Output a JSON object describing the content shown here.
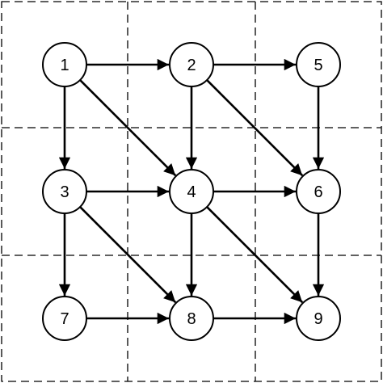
{
  "diagram": {
    "grid": {
      "rows": 3,
      "cols": 3
    },
    "nodes": [
      {
        "id": "1",
        "label": "1",
        "row": 0,
        "col": 0
      },
      {
        "id": "2",
        "label": "2",
        "row": 0,
        "col": 1
      },
      {
        "id": "5",
        "label": "5",
        "row": 0,
        "col": 2
      },
      {
        "id": "3",
        "label": "3",
        "row": 1,
        "col": 0
      },
      {
        "id": "4",
        "label": "4",
        "row": 1,
        "col": 1
      },
      {
        "id": "6",
        "label": "6",
        "row": 1,
        "col": 2
      },
      {
        "id": "7",
        "label": "7",
        "row": 2,
        "col": 0
      },
      {
        "id": "8",
        "label": "8",
        "row": 2,
        "col": 1
      },
      {
        "id": "9",
        "label": "9",
        "row": 2,
        "col": 2
      }
    ],
    "edges": [
      {
        "from": "1",
        "to": "2"
      },
      {
        "from": "1",
        "to": "3"
      },
      {
        "from": "1",
        "to": "4"
      },
      {
        "from": "2",
        "to": "5"
      },
      {
        "from": "2",
        "to": "4"
      },
      {
        "from": "2",
        "to": "6"
      },
      {
        "from": "5",
        "to": "6"
      },
      {
        "from": "3",
        "to": "4"
      },
      {
        "from": "3",
        "to": "7"
      },
      {
        "from": "3",
        "to": "8"
      },
      {
        "from": "4",
        "to": "6"
      },
      {
        "from": "4",
        "to": "8"
      },
      {
        "from": "4",
        "to": "9"
      },
      {
        "from": "6",
        "to": "9"
      },
      {
        "from": "7",
        "to": "8"
      },
      {
        "from": "8",
        "to": "9"
      }
    ],
    "colors": {
      "stroke": "#000000",
      "node_fill": "#ffffff",
      "background": "#ffffff"
    }
  }
}
